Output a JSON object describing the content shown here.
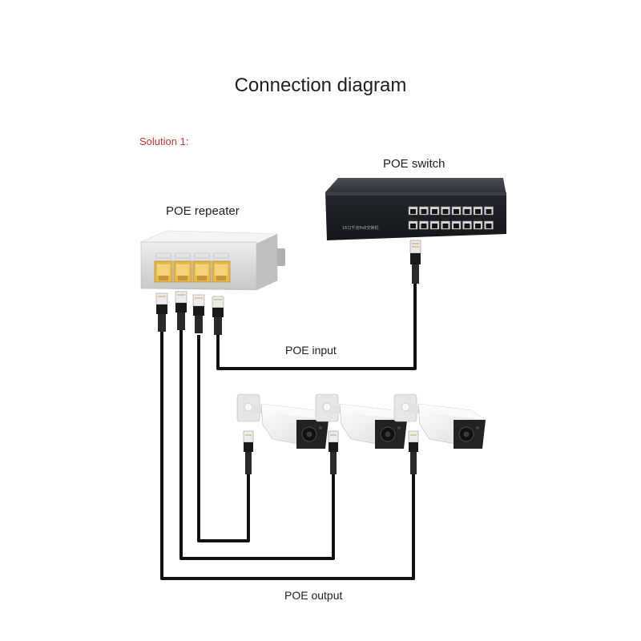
{
  "diagram": {
    "title": "Connection diagram",
    "solution_label": "Solution 1:",
    "devices": {
      "switch": {
        "label": "POE switch",
        "port_count": 16
      },
      "repeater": {
        "label": "POE repeater",
        "port_count": 4
      },
      "cameras": 3
    },
    "links": {
      "input_label": "POE input",
      "output_label": "POE output"
    },
    "colors": {
      "solution_text": "#c0392b",
      "cable": "#111111",
      "port_lit": "#e8b84a",
      "switch_body": "#2a2d33",
      "repeater_body": "#d8d8d8",
      "camera_body": "#f2f2f2"
    }
  }
}
